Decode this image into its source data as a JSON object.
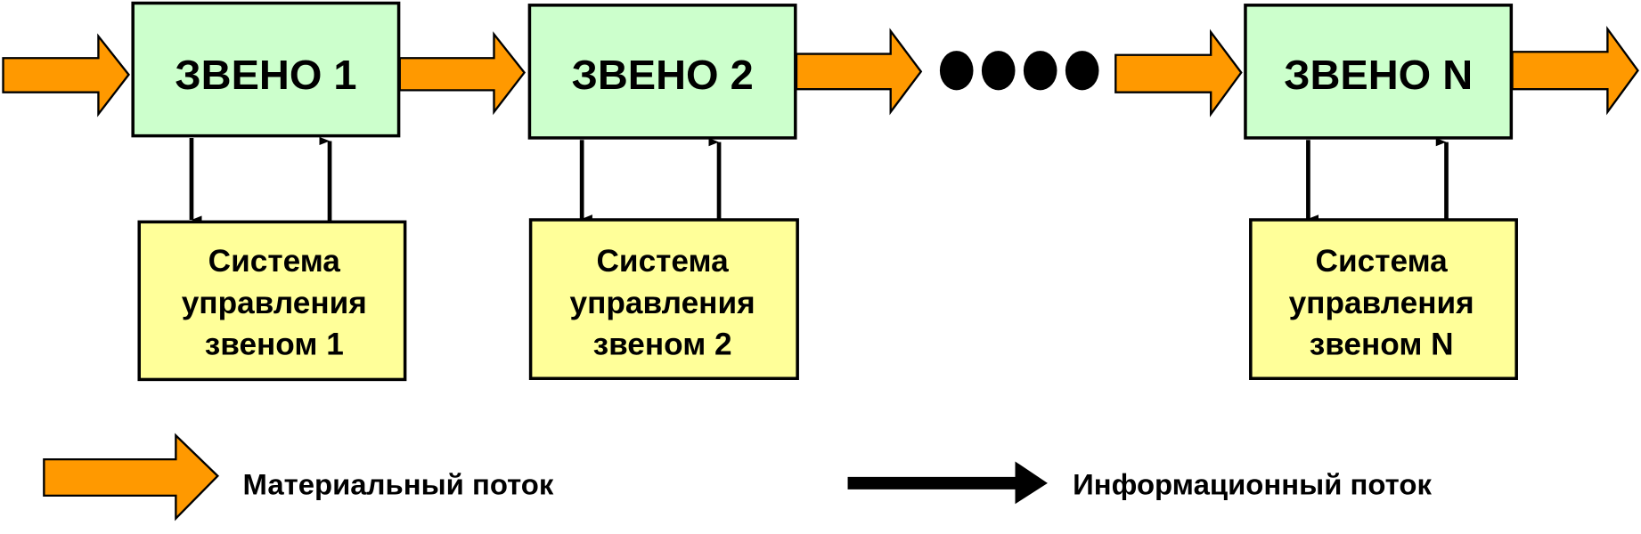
{
  "links": [
    {
      "title": "ЗВЕНО 1",
      "control": [
        "Система",
        "управления",
        "звеном 1"
      ]
    },
    {
      "title": "ЗВЕНО 2",
      "control": [
        "Система",
        "управления",
        "звеном 2"
      ]
    },
    {
      "title": "ЗВЕНО N",
      "control": [
        "Система",
        "управления",
        "звеном N"
      ]
    }
  ],
  "legend": {
    "material": "Материальный поток",
    "information": "Информационный поток"
  },
  "colors": {
    "link_fill": "#ccffcc",
    "control_fill": "#ffff99",
    "material_arrow": "#ff9900",
    "info_arrow": "#000000"
  }
}
